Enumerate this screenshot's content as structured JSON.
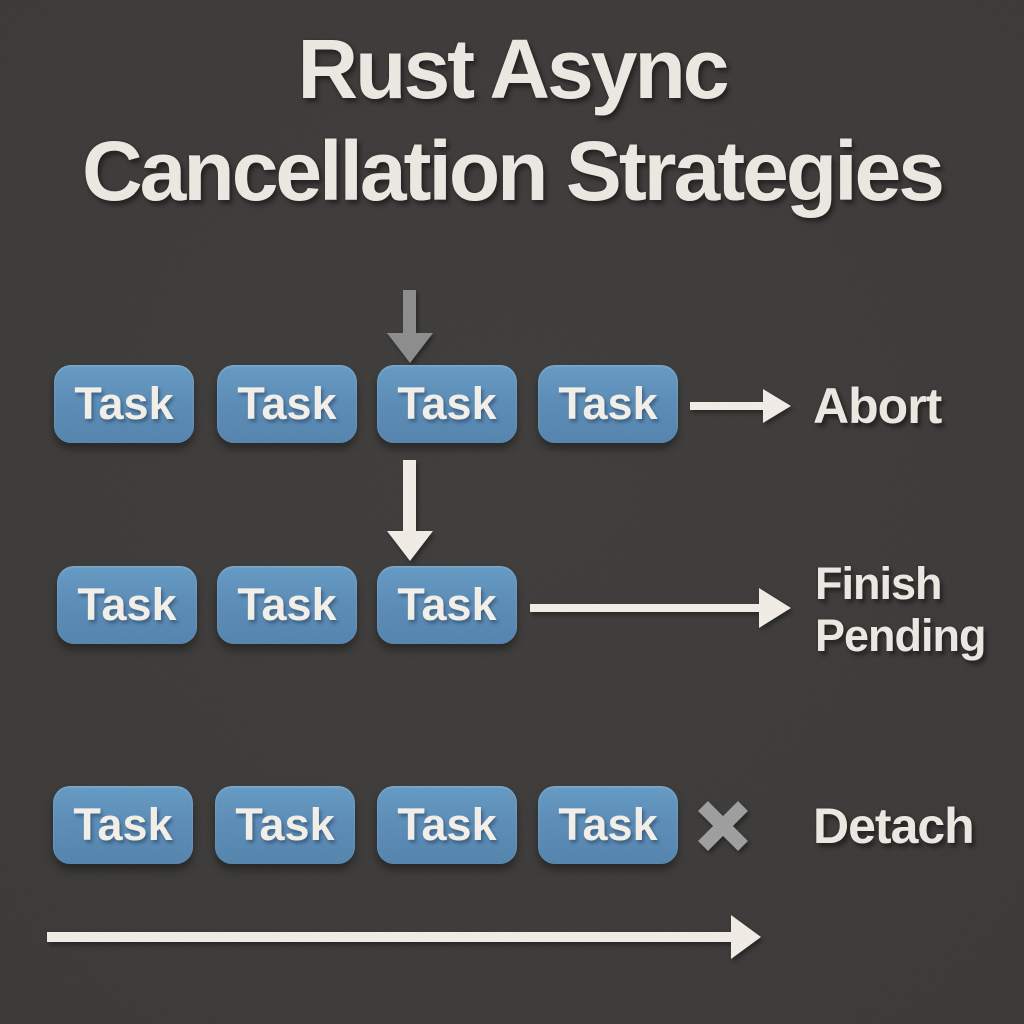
{
  "title": {
    "line1": "Rust Async",
    "line2": "Cancellation Strategies"
  },
  "strategies": {
    "abort": {
      "label": "Abort",
      "tasks": [
        "Task",
        "Task",
        "Task",
        "Task"
      ]
    },
    "finish_pending": {
      "label_line1": "Finish",
      "label_line2": "Pending",
      "tasks": [
        "Task",
        "Task",
        "Task"
      ]
    },
    "detach": {
      "label": "Detach",
      "tasks": [
        "Task",
        "Task",
        "Task",
        "Task"
      ]
    }
  },
  "icons": {
    "cancel_arrow_row1": "gray-down-arrow",
    "cancel_arrow_row2": "white-down-arrow",
    "abort_arrow": "right-arrow",
    "finish_pending_arrow": "long-right-arrow",
    "detach_cross": "cross-mark",
    "timeline_arrow": "long-right-arrow"
  },
  "colors": {
    "background": "#393837",
    "task_fill": "#5b8db8",
    "task_text": "#f3efe9",
    "label_text": "#ece8e2",
    "arrow_light": "#f1ede6",
    "arrow_gray": "#8c8c8c",
    "cross_gray": "#9e9e9e"
  }
}
